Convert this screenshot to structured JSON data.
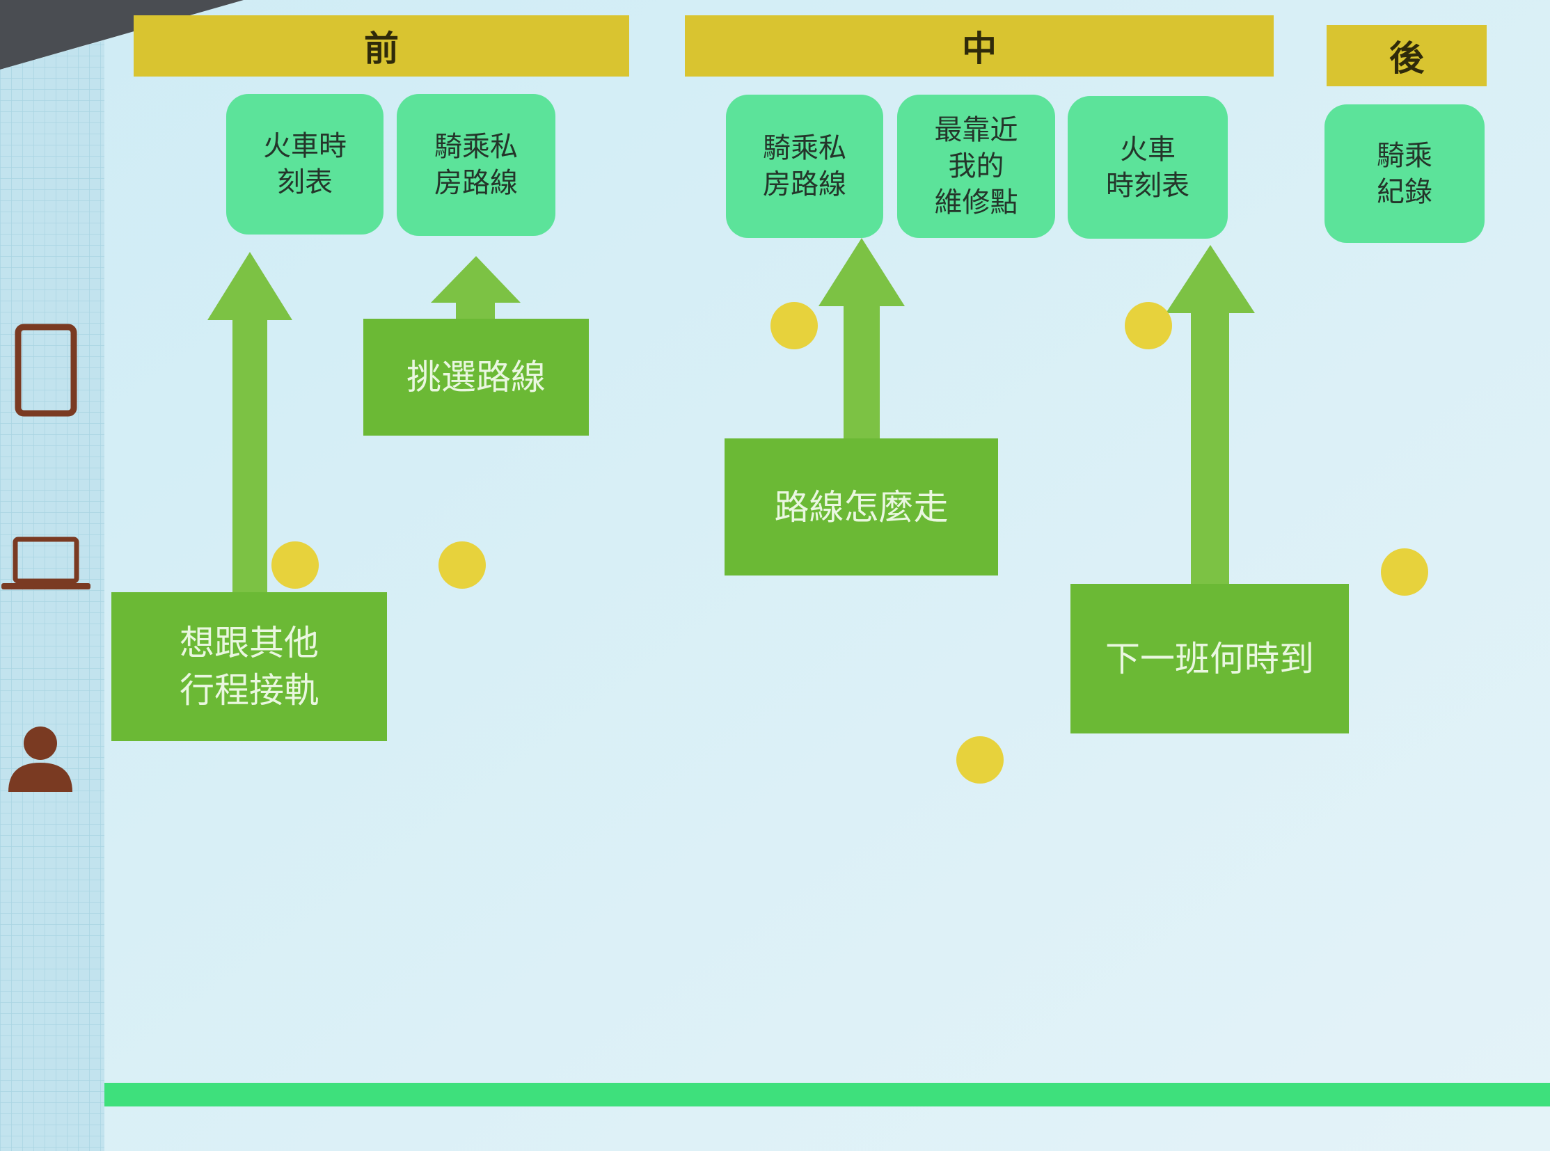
{
  "colors": {
    "background": "#cfecf5",
    "header": "#d9c430",
    "touchpoint_box": "#5ce39a",
    "task_box": "#6bb935",
    "arrow": "#7cc244",
    "dot": "#e7d23c",
    "icon": "#7a3a22",
    "bottom_bar": "#3ee07c"
  },
  "phases": [
    {
      "label": "前"
    },
    {
      "label": "中"
    },
    {
      "label": "後"
    }
  ],
  "touchpoints": [
    {
      "label": "火車時\n刻表"
    },
    {
      "label": "騎乘私\n房路線"
    },
    {
      "label": "騎乘私\n房路線"
    },
    {
      "label": "最靠近\n我的\n維修點"
    },
    {
      "label": "火車\n時刻表"
    },
    {
      "label": "騎乘\n紀錄"
    }
  ],
  "tasks": [
    {
      "label": "挑選路線"
    },
    {
      "label": "想跟其他\n行程接軌"
    },
    {
      "label": "路線怎麼走"
    },
    {
      "label": "下一班何時到"
    }
  ],
  "side_icons": [
    "phone-icon",
    "laptop-icon",
    "person-icon"
  ]
}
